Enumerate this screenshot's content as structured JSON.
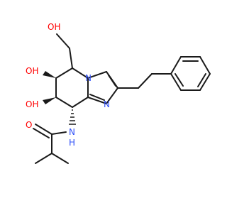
{
  "colors": {
    "bond": "#1a1a1a",
    "oxygen": "#ff0000",
    "nitrogen": "#3050f8",
    "background": "#ffffff"
  },
  "atoms": {
    "oh_top": "OH",
    "oh_mid": "OH",
    "oh_low": "OH",
    "n_ring": "N",
    "n_imid": "N",
    "nh": "N",
    "h": "H",
    "o_amide": "O"
  }
}
